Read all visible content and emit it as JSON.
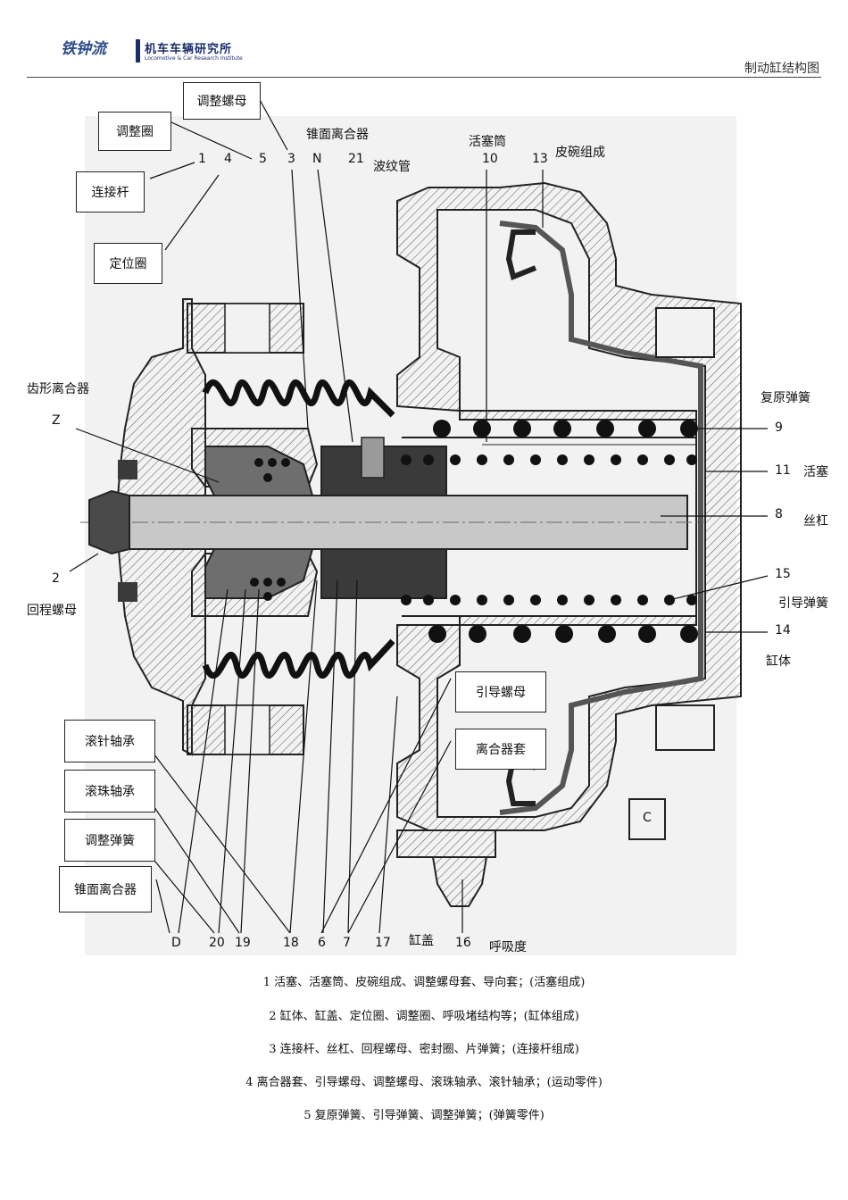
{
  "header": {
    "logo_script": "铁钟流",
    "logo_cn": "机车车辆研究所",
    "logo_en": "Locomotive & Car Research Institute",
    "doc_title": "制动缸结构图"
  },
  "boxes": {
    "adjust_nut": "调整螺母",
    "adjust_ring": "调整圈",
    "connecting_rod": "连接杆",
    "locating_ring": "定位圈",
    "guide_nut": "引导螺母",
    "clutch_sleeve": "离合器套",
    "needle_bearing": "滚针轴承",
    "ball_bearing": "滚珠轴承",
    "adjust_spring": "调整弹簧",
    "cone_clutch": "锥面离合器"
  },
  "labels": {
    "cone_clutch_top": "锥面离合器",
    "bellows": "波纹管",
    "piston_cylinder": "活塞筒",
    "cup_assembly": "皮碗组成",
    "tooth_clutch": "齿形离合器",
    "return_spring": "复原弹簧",
    "piston": "活塞",
    "screw": "丝杠",
    "return_nut": "回程螺母",
    "guide_spring": "引导弹簧",
    "cylinder_body": "缸体",
    "cylinder_cover": "缸盖",
    "breather": "呼吸度"
  },
  "numbers": {
    "n1": "1",
    "n4": "4",
    "n5": "5",
    "n3": "3",
    "nN": "N",
    "n21": "21",
    "n10": "10",
    "n13": "13",
    "nZ": "Z",
    "n2": "2",
    "n9": "9",
    "n11": "11",
    "n8": "8",
    "n15": "15",
    "n14": "14",
    "nD": "D",
    "n20": "20",
    "n19": "19",
    "n18": "18",
    "n6": "6",
    "n7": "7",
    "n17": "17",
    "n16": "16",
    "nC": "C"
  },
  "notes": [
    "1  活塞、活塞筒、皮碗组成、调整螺母套、导向套；(活塞组成)",
    "2  缸体、缸盖、定位圈、调整圈、呼吸堵结构等；(缸体组成)",
    "3  连接杆、丝杠、回程螺母、密封圈、片弹簧；(连接杆组成)",
    "4  离合器套、引导螺母、调整螺母、滚珠轴承、滚针轴承；(运动零件)",
    "5  复原弹簧、引导弹簧、调整弹簧；(弹簧零件)"
  ],
  "colors": {
    "metal_dark": "#3a3a3a",
    "metal_mid": "#6e6e6e",
    "screw_fill": "#c8c8c8",
    "hatch": "#555555",
    "brand": "#1a2e6a"
  }
}
